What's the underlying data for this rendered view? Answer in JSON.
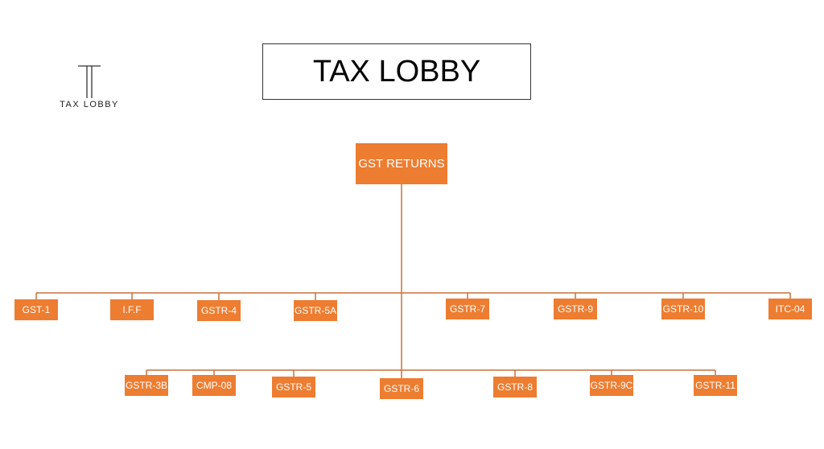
{
  "header": {
    "title": "TAX LOBBY"
  },
  "logo": {
    "icon": "pillar-icon",
    "text": "TAX LOBBY"
  },
  "diagram": {
    "root": "GST RETURNS",
    "row1": [
      "GST-1",
      "I.F.F",
      "GSTR-4",
      "GSTR-5A",
      "GSTR-7",
      "GSTR-9",
      "GSTR-10",
      "ITC-04"
    ],
    "row2": [
      "GSTR-3B",
      "CMP-08",
      "GSTR-5",
      "GSTR-6",
      "GSTR-8",
      "GSTR-9C",
      "GSTR-11"
    ],
    "colors": {
      "node_fill": "#ED7D31",
      "node_text": "#FFFFFF",
      "connector": "#C9703A"
    }
  }
}
